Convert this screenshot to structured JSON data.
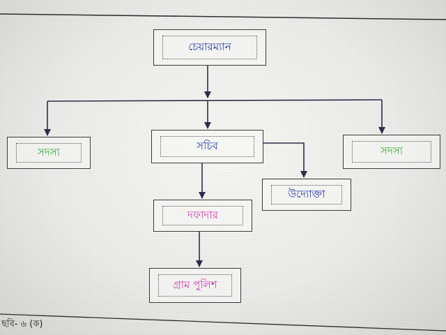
{
  "diagram": {
    "nodes": {
      "chairman": {
        "label": "চেয়ারম্যান",
        "color": "#2a3aa8"
      },
      "member_left": {
        "label": "সদস্য",
        "color": "#3aa63a"
      },
      "secretary": {
        "label": "সচিব",
        "color": "#2a3aa8"
      },
      "member_right": {
        "label": "সদস্য",
        "color": "#3aa63a"
      },
      "entrepreneur": {
        "label": "উদ্যোক্তা",
        "color": "#2a3aa8"
      },
      "dafadar": {
        "label": "দফাদার",
        "color": "#d23cb0"
      },
      "village_police": {
        "label": "গ্রাম পুলিশ",
        "color": "#d23cb0"
      }
    },
    "edges": [
      {
        "from": "chairman",
        "to": "secretary"
      },
      {
        "from": "chairman",
        "to": "member_left"
      },
      {
        "from": "chairman",
        "to": "member_right"
      },
      {
        "from": "secretary",
        "to": "entrepreneur"
      },
      {
        "from": "secretary",
        "to": "dafadar"
      },
      {
        "from": "dafadar",
        "to": "village_police"
      }
    ]
  },
  "footer": {
    "text": "ছবি- ৬ (ক)"
  }
}
